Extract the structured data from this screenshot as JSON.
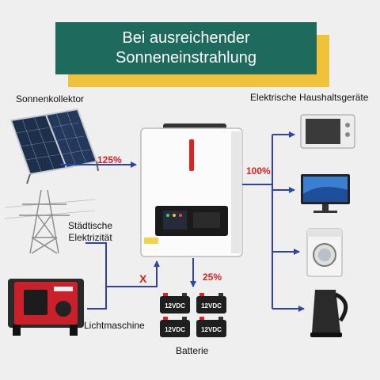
{
  "banner": {
    "line1": "Bei ausreichender",
    "line2": "Sonneneinstrahlung"
  },
  "sources": {
    "solar": "Sonnenkollektor",
    "grid_line1": "Städtische",
    "grid_line2": "Elektrizität",
    "generator": "Lichtmaschine"
  },
  "loads_title": "Elektrische Haushaltsgeräte",
  "battery": {
    "label": "Batterie",
    "cell_label": "12VDC"
  },
  "flows": {
    "solar_in": "125%",
    "load_out": "100%",
    "battery_out": "25%",
    "blocked": "X"
  },
  "colors": {
    "arrow": "#2f44a8",
    "percent": "#d22",
    "banner": "#1e6a5c",
    "banner_accent": "#f0c23a"
  }
}
